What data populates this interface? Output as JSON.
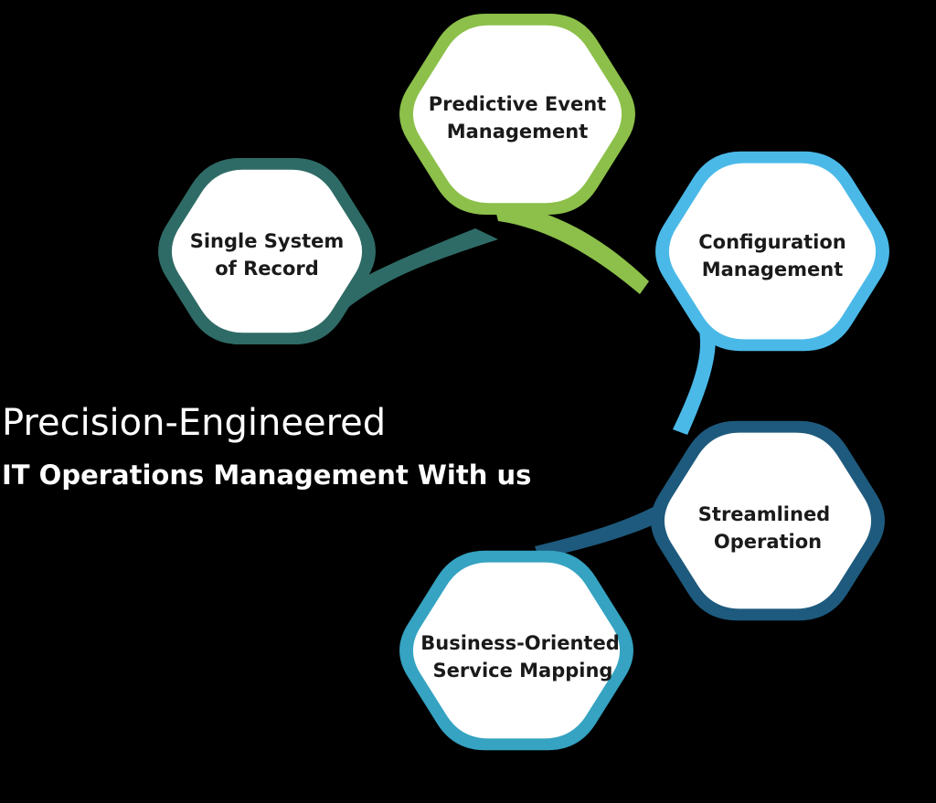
{
  "heading": {
    "line1": "Precision-Engineered",
    "line2": "IT Operations Management With us"
  },
  "colors": {
    "background": "#000000",
    "text": "#ffffff",
    "hex_fill": "#ffffff",
    "hex_text": "#1a1a1a"
  },
  "nodes": [
    {
      "id": "single-system-of-record",
      "lines": [
        "Single System",
        "of Record"
      ],
      "color": "#2f6b66"
    },
    {
      "id": "predictive-event-management",
      "lines": [
        "Predictive Event",
        "Management"
      ],
      "color": "#8cc04a"
    },
    {
      "id": "configuration-management",
      "lines": [
        "Configuration",
        "Management"
      ],
      "color": "#4ab9e8"
    },
    {
      "id": "streamlined-operation",
      "lines": [
        "Streamlined",
        "Operation"
      ],
      "color": "#1e5a7d"
    },
    {
      "id": "business-oriented-service-mapping",
      "lines": [
        "Business-Oriented",
        "Service Mapping"
      ],
      "color": "#35a3c1"
    }
  ]
}
